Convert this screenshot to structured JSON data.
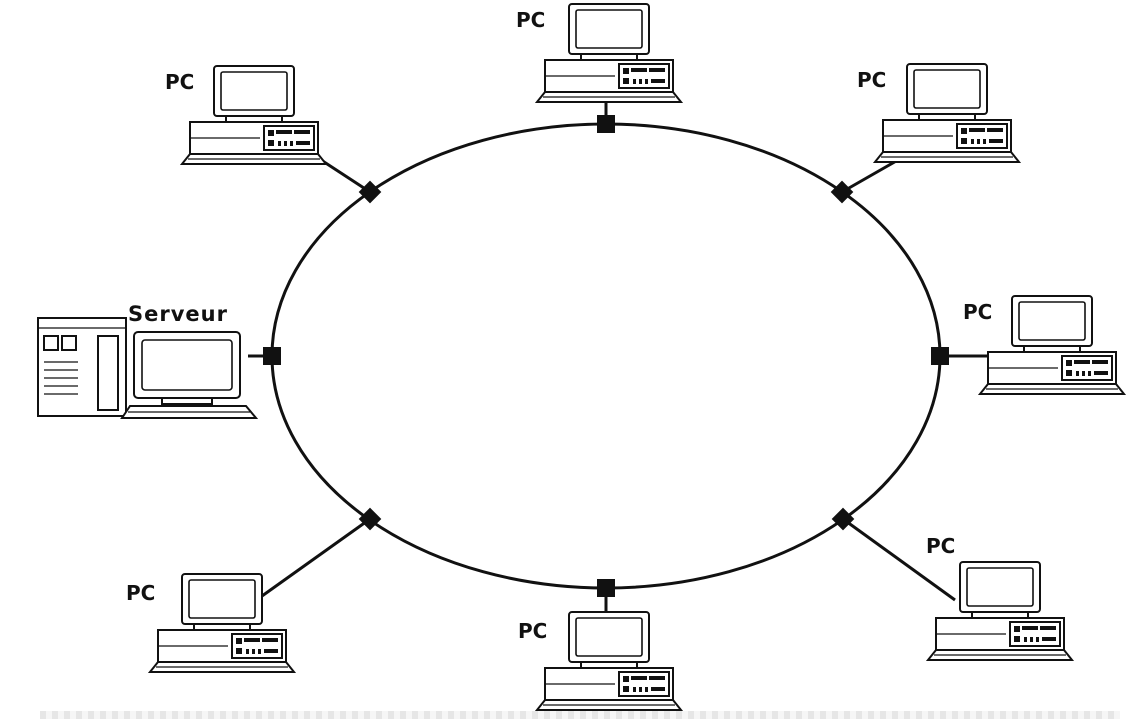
{
  "diagram": {
    "type": "ring-network",
    "labels": {
      "server": "Serveur",
      "pc": "PC"
    },
    "nodes": [
      {
        "id": "pc-top",
        "label": "PC",
        "kind": "pc",
        "connector": "square"
      },
      {
        "id": "pc-top-right",
        "label": "PC",
        "kind": "pc",
        "connector": "diamond"
      },
      {
        "id": "pc-right",
        "label": "PC",
        "kind": "pc",
        "connector": "square"
      },
      {
        "id": "pc-bottom-right",
        "label": "PC",
        "kind": "pc",
        "connector": "diamond"
      },
      {
        "id": "pc-bottom",
        "label": "PC",
        "kind": "pc",
        "connector": "square"
      },
      {
        "id": "pc-bottom-left",
        "label": "PC",
        "kind": "pc",
        "connector": "diamond"
      },
      {
        "id": "server-left",
        "label": "Serveur",
        "kind": "server",
        "connector": "square"
      },
      {
        "id": "pc-top-left",
        "label": "PC",
        "kind": "pc",
        "connector": "diamond"
      }
    ],
    "edges": [
      [
        "pc-top",
        "ring"
      ],
      [
        "pc-top-right",
        "ring"
      ],
      [
        "pc-right",
        "ring"
      ],
      [
        "pc-bottom-right",
        "ring"
      ],
      [
        "pc-bottom",
        "ring"
      ],
      [
        "pc-bottom-left",
        "ring"
      ],
      [
        "server-left",
        "ring"
      ],
      [
        "pc-top-left",
        "ring"
      ]
    ]
  }
}
